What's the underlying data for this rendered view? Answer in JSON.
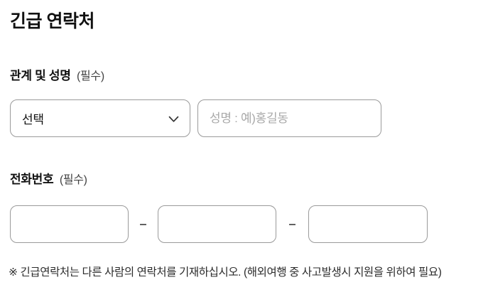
{
  "page": {
    "title": "긴급 연락처"
  },
  "relation_section": {
    "label": "관계 및 성명",
    "required_tag": "(필수)",
    "select_value": "선택",
    "name_placeholder": "성명 : 예)홍길동"
  },
  "phone_section": {
    "label": "전화번호",
    "required_tag": "(필수)",
    "separator": "–",
    "part_values": [
      "",
      "",
      ""
    ]
  },
  "note": "※ 긴급연락처는 다른 사람의 연락처를 기재하십시오. (해외여행 중 사고발생시 지원을 위하여 필요)",
  "colors": {
    "control_border": "#9a9a9a",
    "text": "#111111",
    "placeholder": "#a9a9a9",
    "required_label": "#444444",
    "note_text": "#2b2b2b",
    "background": "#ffffff"
  },
  "icons": {
    "select_chevron": "chevron-down"
  }
}
